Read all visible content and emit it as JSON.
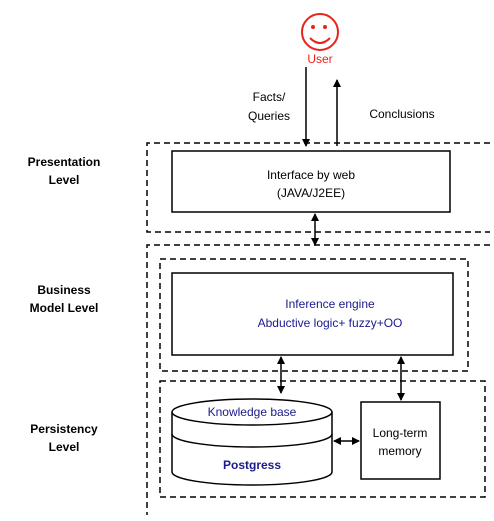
{
  "user": {
    "label": "User",
    "color": "#e8231e"
  },
  "arrows": {
    "down_label_line1": "Facts/",
    "down_label_line2": "Queries",
    "up_label": "Conclusions"
  },
  "levels": {
    "presentation": {
      "line1": "Presentation",
      "line2": "Level"
    },
    "business": {
      "line1": "Business",
      "line2": "Model Level"
    },
    "persistency": {
      "line1": "Persistency",
      "line2": "Level"
    }
  },
  "boxes": {
    "interface": {
      "line1": "Interface by web",
      "line2": "(JAVA/J2EE)"
    },
    "inference": {
      "line1": "Inference engine",
      "line2": "Abductive logic+ fuzzy+OO"
    },
    "knowledge_base": {
      "top_label": "Knowledge base",
      "name": "Postgress"
    },
    "memory": {
      "line1": "Long-term",
      "line2": "memory"
    }
  },
  "colors": {
    "blue_text": "#1a1a8c",
    "user_red": "#e8231e"
  }
}
